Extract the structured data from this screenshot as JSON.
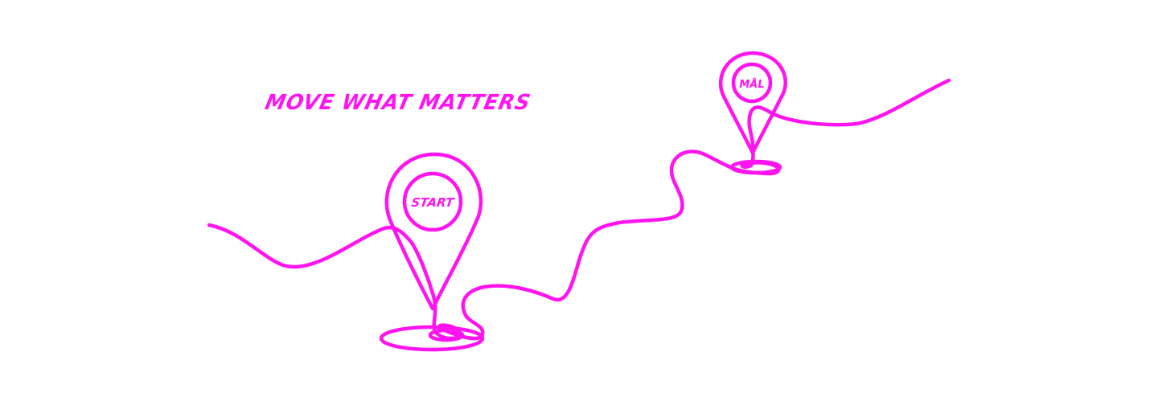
{
  "tagline": "MOVE WHAT MATTERS",
  "start_label": "START",
  "goal_label": "MÅL",
  "colors": {
    "line": "#ff14f0",
    "background": "#ffffff"
  }
}
